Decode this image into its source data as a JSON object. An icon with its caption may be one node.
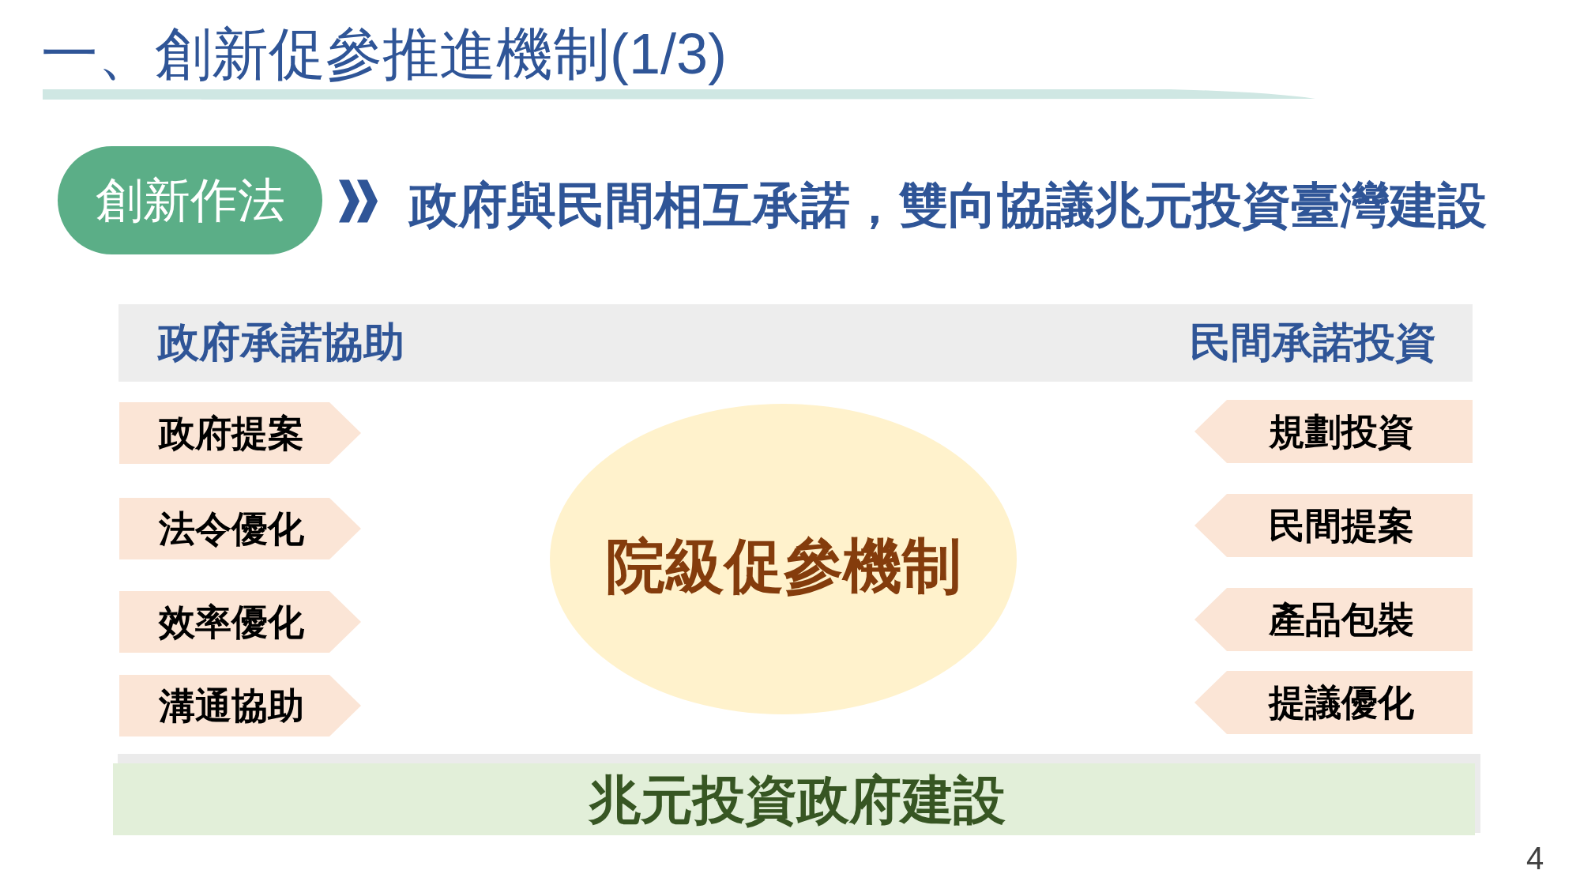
{
  "diagram": {
    "title": "一、創新促參推進機制(1/3)",
    "nodes": [
      {
        "text": [
          "創新作法"
        ]
      },
      {
        "text": [
          "政府與民間相互承諾，雙向協議兆元投資臺灣建設"
        ]
      },
      {
        "text": [
          "政府承諾協助",
          "民間承諾投資"
        ]
      },
      {
        "text": [
          "政府提案"
        ]
      },
      {
        "text": [
          "法令優化"
        ]
      },
      {
        "text": [
          "效率優化"
        ]
      },
      {
        "text": [
          "溝通協助"
        ]
      },
      {
        "text": [
          "院級促參機制"
        ]
      },
      {
        "text": [
          "規劃投資"
        ]
      },
      {
        "text": [
          "民間提案"
        ]
      },
      {
        "text": [
          "產品包裝"
        ]
      },
      {
        "text": [
          "提議優化"
        ]
      },
      {
        "text": [
          "兆元投資政府建設"
        ]
      }
    ],
    "edges": [
      {
        "from": 0,
        "to": 1,
        "arrow": "to"
      }
    ],
    "labels": [
      "4"
    ]
  }
}
